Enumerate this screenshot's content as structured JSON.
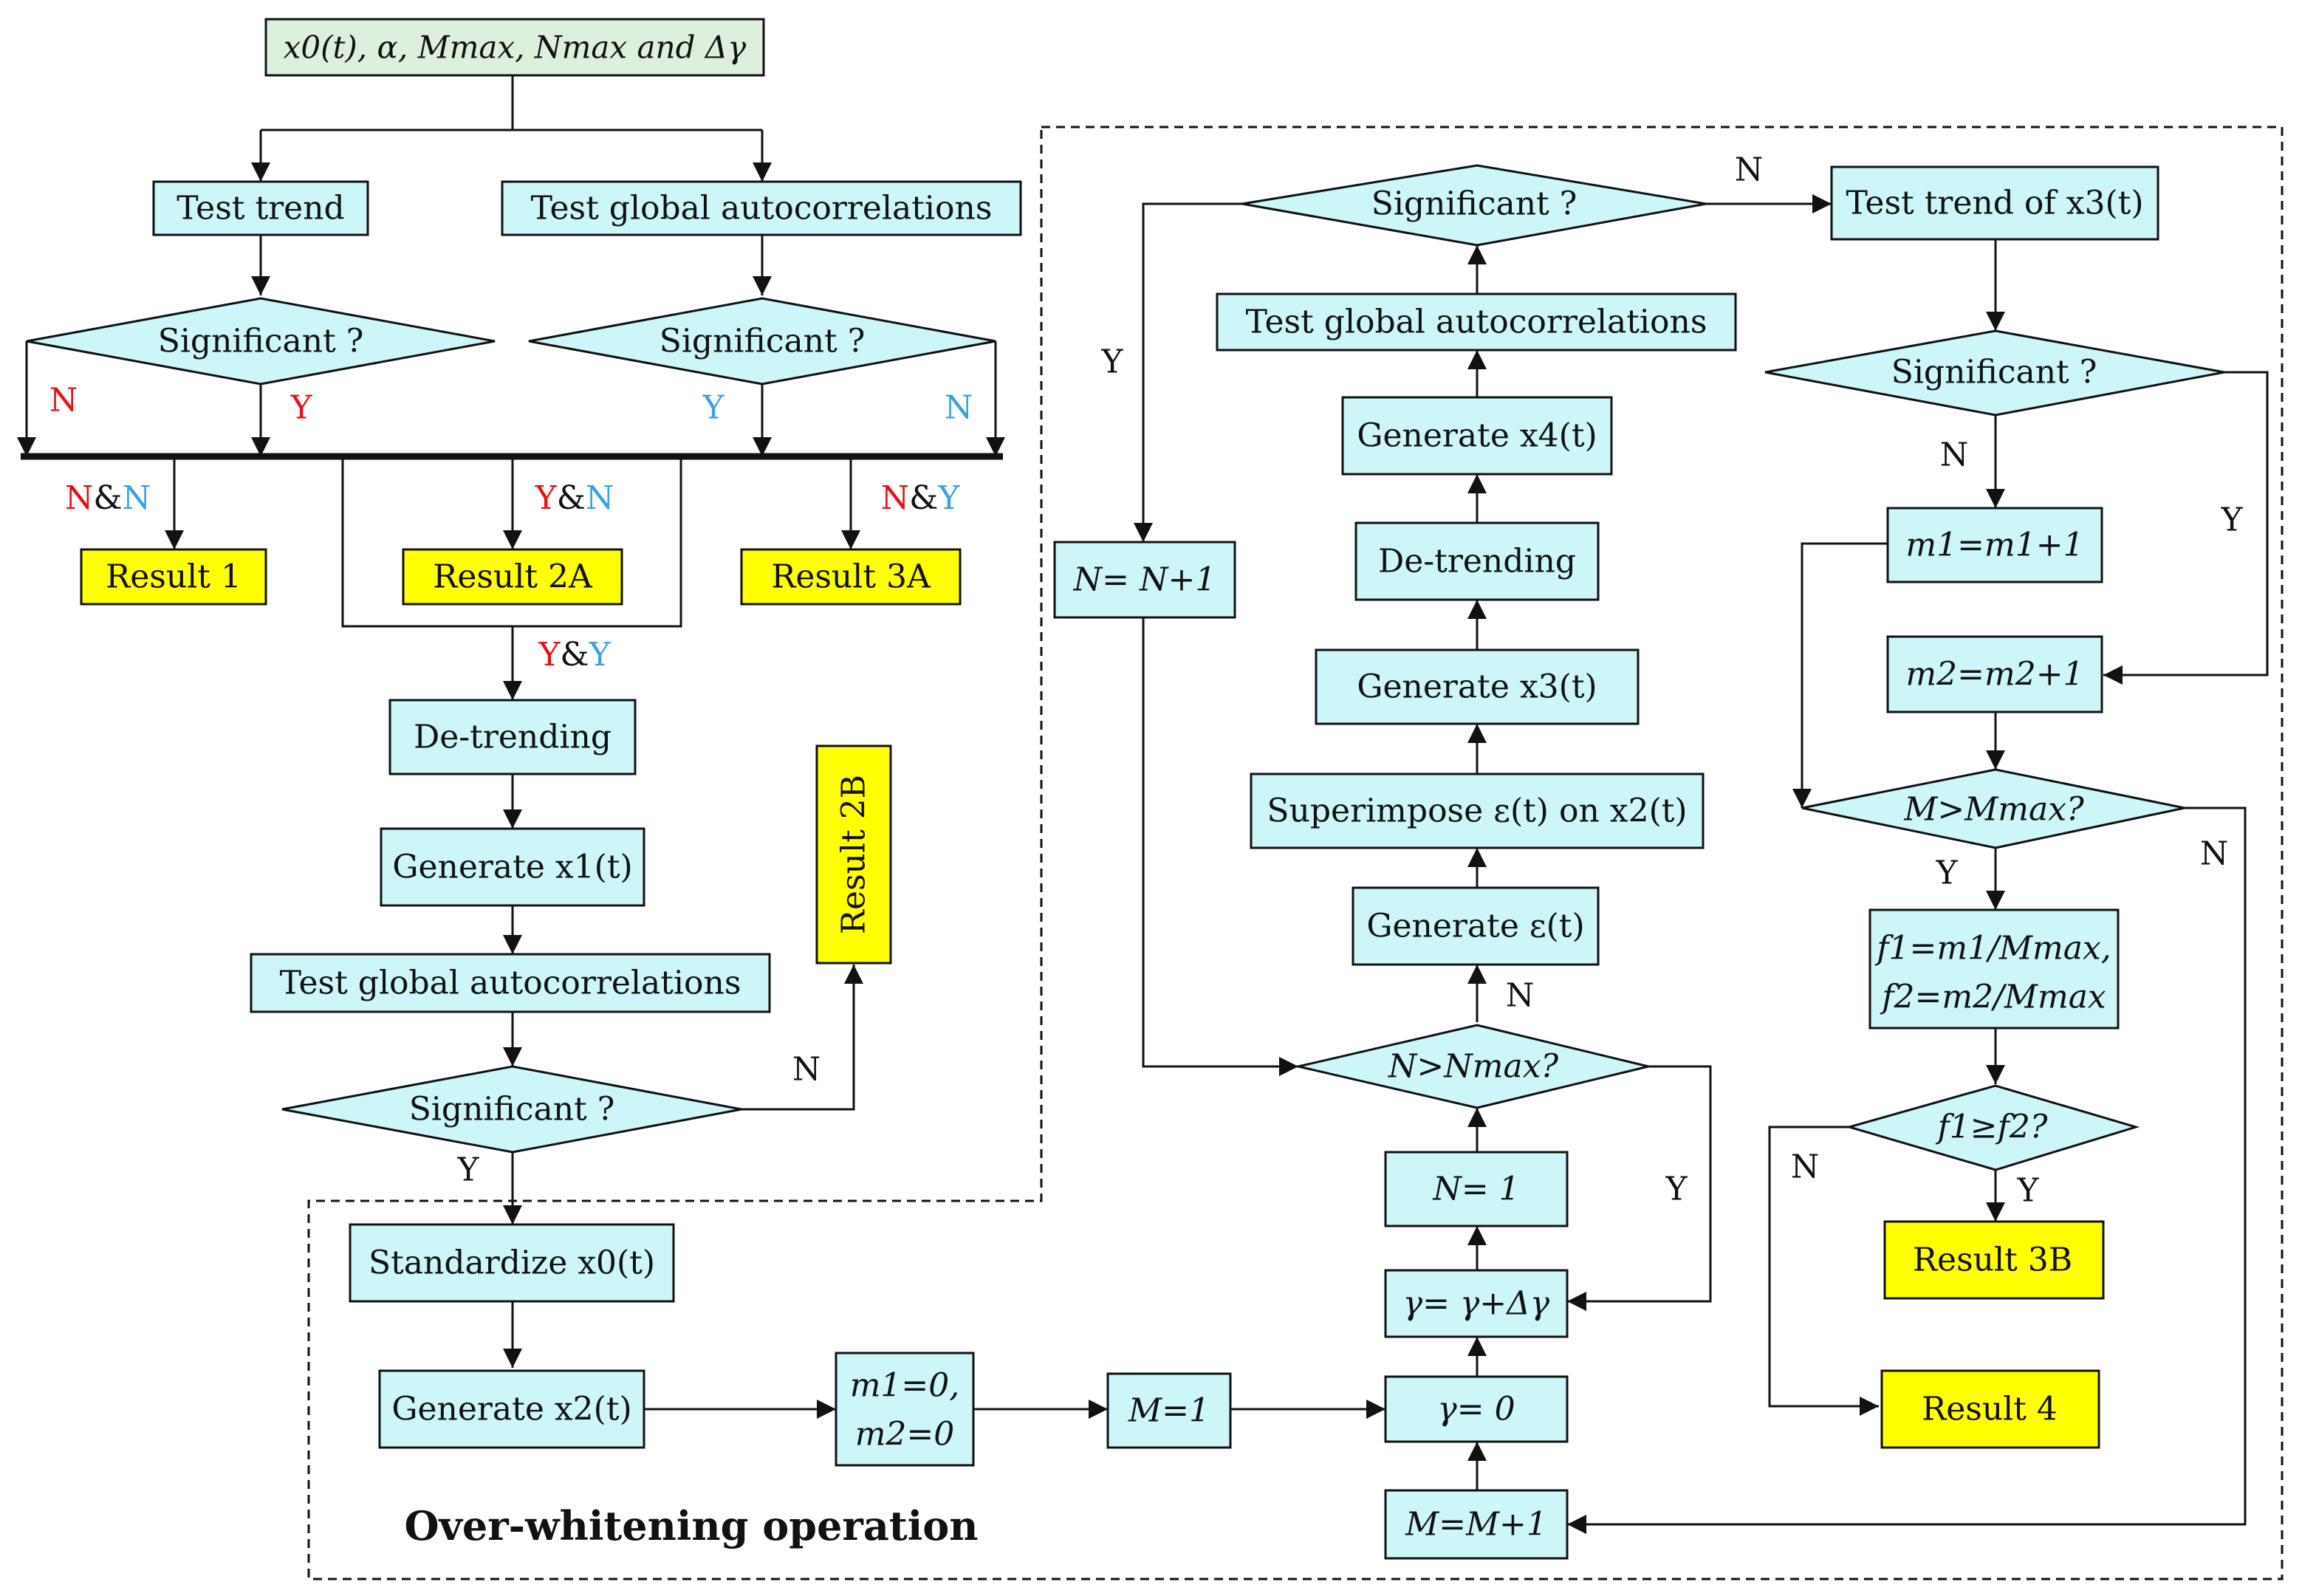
{
  "title": "Over-whitening operation",
  "colors": {
    "process_fill": "#ccf6f8",
    "decision_fill": "#ccf6f8",
    "input_fill": "#ddf0dc",
    "result_fill": "#ffff00",
    "stroke": "#111111",
    "label_red": "#e81010",
    "label_blue": "#3aa0e8"
  },
  "input": "x0(t), α, Mmax, Nmax and Δγ",
  "left": {
    "test_trend": "Test trend",
    "test_global_autocorr": "Test global autocorrelations",
    "significant_1": "Significant ?",
    "significant_2": "Significant ?",
    "label_n_red": "N",
    "label_y_red": "Y",
    "label_y_blue": "Y",
    "label_n_blue": "N",
    "combo_nn": [
      "N",
      "&",
      "N"
    ],
    "combo_yn": [
      "Y",
      "&",
      "N"
    ],
    "combo_ny": [
      "N",
      "&",
      "Y"
    ],
    "combo_yy": [
      "Y",
      "&",
      "Y"
    ],
    "result_1": "Result 1",
    "result_2a": "Result 2A",
    "result_3a": "Result 3A",
    "result_2b": "Result 2B",
    "detrending": "De-trending",
    "generate_x1": "Generate x1(t)",
    "test_global_autocorr_2": "Test global autocorrelations",
    "significant_3": "Significant ?",
    "label_n_2b": "N",
    "label_y_std": "Y"
  },
  "bottom": {
    "standardize": "Standardize x0(t)",
    "generate_x2": "Generate x2(t)",
    "m_init": [
      "m1=0,",
      "m2=0"
    ],
    "M_init": "M=1",
    "gamma_init": "γ= 0",
    "M_incr": "M=M+1"
  },
  "middle": {
    "significant": "Significant ?",
    "test_global_autocorr": "Test global autocorrelations",
    "generate_x4": "Generate x4(t)",
    "detrending": "De-trending",
    "generate_x3": "Generate x3(t)",
    "superimpose": "Superimpose ε(t) on x2(t)",
    "generate_eps": "Generate ε(t)",
    "n_check": "N>Nmax?",
    "n_init": "N= 1",
    "gamma_incr": "γ= γ+Δγ",
    "n_incr": "N= N+1",
    "label_y_loop": "Y",
    "label_n_top": "N",
    "label_n_eps": "N",
    "label_y_gamma": "Y"
  },
  "right": {
    "test_trend_x3": "Test trend of x3(t)",
    "significant": "Significant ?",
    "label_n_m1": "N",
    "label_y_m2": "Y",
    "m1_incr": "m1=m1+1",
    "m2_incr": "m2=m2+1",
    "M_check": "M>Mmax?",
    "label_y_f": "Y",
    "label_n_loop": "N",
    "f_calc": [
      "f1=m1/Mmax,",
      "f2=m2/Mmax"
    ],
    "f_compare": "f1≥f2?",
    "label_y_3b": "Y",
    "label_n_4": "N",
    "result_3b": "Result 3B",
    "result_4": "Result 4"
  }
}
